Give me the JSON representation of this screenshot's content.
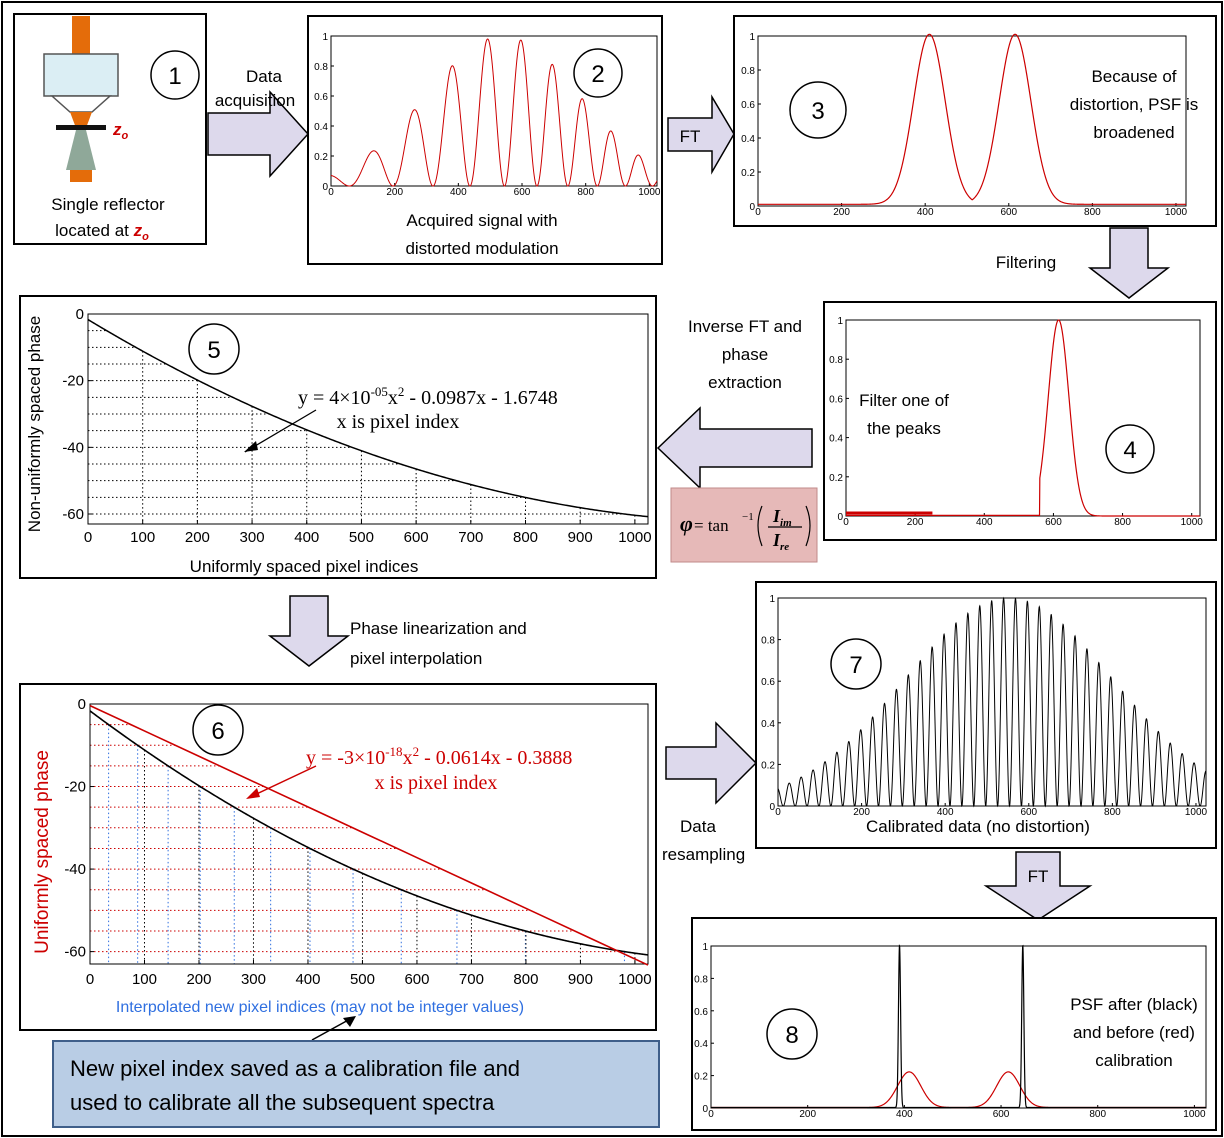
{
  "colors": {
    "arrow_fill": "#ddd9ec",
    "red": "#cc0000",
    "blue": "#2f6fe0",
    "note_fill": "#b9cde5",
    "formula_fill": "#e6b9b8"
  },
  "step_numbers": [
    "1",
    "2",
    "3",
    "4",
    "5",
    "6",
    "7",
    "8"
  ],
  "panel1": {
    "caption1": "Single reflector",
    "caption2": "located at ",
    "z_label": "z",
    "z_sub": "o",
    "marker_label": "z",
    "marker_sub": "o"
  },
  "panel2": {
    "caption1": "Acquired signal with",
    "caption2": "distorted modulation",
    "chart_ticks_x": [
      "0",
      "200",
      "400",
      "600",
      "800",
      "1000"
    ],
    "chart_ticks_y": [
      "0",
      "0.2",
      "0.4",
      "0.6",
      "0.8",
      "1"
    ]
  },
  "panel3": {
    "text1": "Because of",
    "text2": "distortion, PSF is",
    "text3": "broadened",
    "chart_ticks_x": [
      "0",
      "200",
      "400",
      "600",
      "800",
      "1000"
    ],
    "chart_ticks_y": [
      "0",
      "0.2",
      "0.4",
      "0.6",
      "0.8",
      "1"
    ]
  },
  "panel4": {
    "text1": "Filter one of",
    "text2": "the peaks",
    "chart_ticks_x": [
      "0",
      "200",
      "400",
      "600",
      "800",
      "1000"
    ],
    "chart_ticks_y": [
      "0",
      "0.2",
      "0.4",
      "0.6",
      "0.8",
      "1"
    ]
  },
  "panel5": {
    "ylabel": "Non-uniformly spaced phase",
    "xlabel": "Uniformly spaced pixel indices",
    "eq_pre": "y = 4×10",
    "eq_exp": "-05",
    "eq_post": "x",
    "eq_sq": "2",
    "eq_rest": " - 0.0987x - 1.6748",
    "eq_note": "x is pixel index",
    "ticks_x": [
      "0",
      "100",
      "200",
      "300",
      "400",
      "500",
      "600",
      "700",
      "800",
      "900",
      "1000"
    ],
    "ticks_y": [
      "0",
      "-20",
      "-40",
      "-60"
    ]
  },
  "panel6": {
    "ylabel": "Uniformly spaced phase",
    "xlabel": "Interpolated new pixel indices (may not be integer values)",
    "eq_pre": "y = -3×10",
    "eq_exp": "-18",
    "eq_post": "x",
    "eq_sq": "2",
    "eq_rest": " - 0.0614x - 0.3888",
    "eq_note": "x is pixel index",
    "ticks_x": [
      "0",
      "100",
      "200",
      "300",
      "400",
      "500",
      "600",
      "700",
      "800",
      "900",
      "1000"
    ],
    "ticks_y": [
      "0",
      "-20",
      "-40",
      "-60"
    ]
  },
  "panel7": {
    "caption": "Calibrated data (no distortion)",
    "chart_ticks_x": [
      "0",
      "200",
      "400",
      "600",
      "800",
      "1000"
    ],
    "chart_ticks_y": [
      "0",
      "0.2",
      "0.4",
      "0.6",
      "0.8",
      "1"
    ]
  },
  "panel8": {
    "text1": "PSF after (black)",
    "text2": "and before (red)",
    "text3": "calibration",
    "chart_ticks_x": [
      "0",
      "200",
      "400",
      "600",
      "800",
      "1000"
    ],
    "chart_ticks_y": [
      "0",
      "0.2",
      "0.4",
      "0.6",
      "0.8",
      "1"
    ]
  },
  "arrows": {
    "data_acquisition_1": "Data",
    "data_acquisition_2": "acquisition",
    "ft1": "FT",
    "filtering": "Filtering",
    "inverse_1": "Inverse FT and",
    "inverse_2": "phase",
    "inverse_3": "extraction",
    "phase_lin_1": "Phase linearization and",
    "phase_lin_2": "pixel interpolation",
    "resample_1": "Data",
    "resample_2": "resampling",
    "ft2": "FT"
  },
  "formula": {
    "phi": "φ",
    "eq": " = tan",
    "inv": "−1",
    "num": "I",
    "num_sub": "im",
    "den": "I",
    "den_sub": "re"
  },
  "note": {
    "line1": "New pixel index saved as a calibration file and",
    "line2": "used to calibrate all the subsequent spectra"
  },
  "chart_data": [
    {
      "type": "line",
      "panel": "2",
      "x_range": [
        0,
        1024
      ],
      "ylim": [
        0,
        1
      ],
      "series": [
        {
          "color": "#cc0000",
          "shape": "chirped fringe, envelope peaks ~540"
        }
      ]
    },
    {
      "type": "line",
      "panel": "3",
      "x_range": [
        0,
        1024
      ],
      "ylim": [
        0,
        1
      ],
      "series": [
        {
          "peaks_at": [
            410,
            615
          ]
        }
      ]
    },
    {
      "type": "line",
      "panel": "4",
      "x_range": [
        0,
        1024
      ],
      "ylim": [
        0,
        1
      ],
      "series": [
        {
          "peaks_at": [
            615
          ]
        }
      ]
    },
    {
      "type": "line",
      "panel": "5",
      "x": [
        0,
        1024
      ],
      "xlim": [
        0,
        1024
      ],
      "ylim": [
        -63,
        0
      ],
      "equation": {
        "a": 4e-05,
        "b": -0.0987,
        "c": -1.6748
      }
    },
    {
      "type": "line",
      "panel": "6",
      "xlim": [
        0,
        1024
      ],
      "ylim": [
        -63,
        0
      ],
      "series": [
        {
          "name": "linear",
          "a": -3e-18,
          "b": -0.0614,
          "c": -0.3888
        },
        {
          "name": "original",
          "a": 4e-05,
          "b": -0.0987,
          "c": -1.6748
        }
      ]
    },
    {
      "type": "line",
      "panel": "7",
      "x_range": [
        0,
        1024
      ],
      "ylim": [
        0,
        1
      ],
      "series": [
        {
          "shape": "uniform fringe, envelope peaks ~550"
        }
      ]
    },
    {
      "type": "line",
      "panel": "8",
      "x_range": [
        0,
        1024
      ],
      "ylim": [
        0,
        1
      ],
      "series": [
        {
          "name": "after",
          "peaks_at": [
            390,
            645
          ]
        },
        {
          "name": "before",
          "peaks_at": [
            410,
            615
          ],
          "peak": 0.22
        }
      ]
    }
  ]
}
